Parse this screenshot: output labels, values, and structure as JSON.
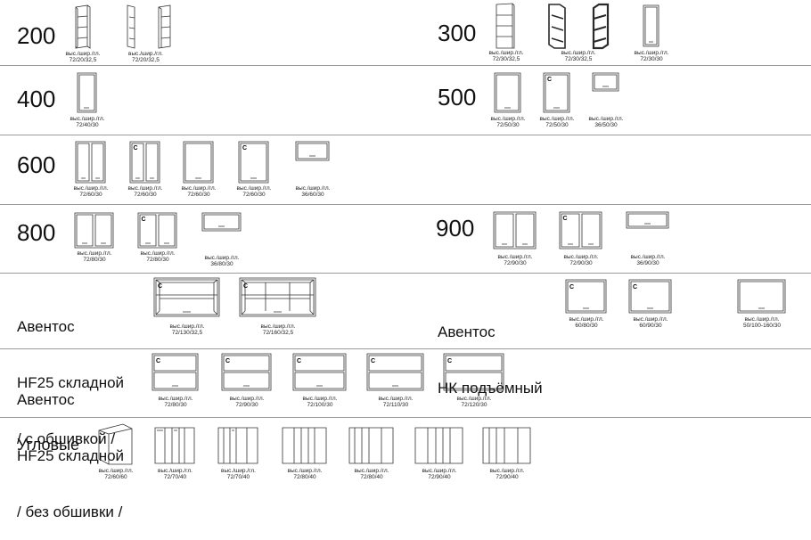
{
  "rows": {
    "r200": {
      "label": "200",
      "items": [
        {
          "l1": "выс./шир./гл.",
          "l2": "72/20/32,5"
        },
        {
          "l1": "выс./шир./гл.",
          "l2": "72/20/32,5"
        }
      ]
    },
    "r300": {
      "label": "300",
      "items": [
        {
          "l1": "выс./шир./гл.",
          "l2": "72/30/32,5"
        },
        {
          "l1": "выс./шир./гл.",
          "l2": "72/30/32,5"
        },
        {
          "l1": "выс./шир./гл.",
          "l2": "72/30/30"
        }
      ]
    },
    "r400": {
      "label": "400",
      "items": [
        {
          "l1": "выс./шир./гл.",
          "l2": "72/40/30"
        }
      ]
    },
    "r500": {
      "label": "500",
      "items": [
        {
          "l1": "выс./шир./гл.",
          "l2": "72/50/30"
        },
        {
          "l1": "выс./шир./гл.",
          "l2": "72/50/30"
        },
        {
          "l1": "выс./шир./гл.",
          "l2": "36/50/30"
        }
      ]
    },
    "r600": {
      "label": "600",
      "items": [
        {
          "l1": "выс./шир./гл.",
          "l2": "72/60/30"
        },
        {
          "l1": "выс./шир./гл.",
          "l2": "72/60/30"
        },
        {
          "l1": "выс./шир./гл.",
          "l2": "72/60/30"
        },
        {
          "l1": "выс./шир./гл.",
          "l2": "72/60/30"
        },
        {
          "l1": "выс./шир./гл.",
          "l2": "36/60/30"
        }
      ]
    },
    "r800": {
      "label": "800",
      "items": [
        {
          "l1": "выс./шир./гл.",
          "l2": "72/80/30"
        },
        {
          "l1": "выс./шир./гл.",
          "l2": "72/80/30"
        },
        {
          "l1": "выс./шир./гл.",
          "l2": "36/80/30"
        }
      ]
    },
    "r900": {
      "label": "900",
      "items": [
        {
          "l1": "выс./шир./гл.",
          "l2": "72/90/30"
        },
        {
          "l1": "выс./шир./гл.",
          "l2": "72/90/30"
        },
        {
          "l1": "выс./шир./гл.",
          "l2": "36/90/30"
        }
      ]
    },
    "aventos_hf_clad": {
      "title": [
        "Авентос",
        "HF25 складной",
        "/ с обшивкой /"
      ],
      "items": [
        {
          "l1": "выс./шир./гл.",
          "l2": "72/130/32,5"
        },
        {
          "l1": "выс./шир./гл.",
          "l2": "72/160/32,5"
        }
      ]
    },
    "aventos_hk": {
      "title": [
        "Авентос",
        "НК подъёмный"
      ],
      "items": [
        {
          "l1": "выс./шир./гл.",
          "l2": "60/80/30"
        },
        {
          "l1": "выс./шир./гл.",
          "l2": "60/90/30"
        },
        {
          "l1": "выс./шир./гл.",
          "l2": "50/100-160/30"
        }
      ]
    },
    "aventos_hf_plain": {
      "title": [
        "Авентос",
        "HF25 складной",
        "/ без обшивки /"
      ],
      "items": [
        {
          "l1": "выс./шир./гл.",
          "l2": "72/80/30"
        },
        {
          "l1": "выс./шир./гл.",
          "l2": "72/90/30"
        },
        {
          "l1": "выс./шир./гл.",
          "l2": "72/100/30"
        },
        {
          "l1": "выс./шир./гл.",
          "l2": "72/110/30"
        },
        {
          "l1": "выс./шир./гл.",
          "l2": "72/120/30"
        }
      ]
    },
    "corner": {
      "label": "Угловые",
      "items": [
        {
          "l1": "выс./шир./гл.",
          "l2": "72/60/60"
        },
        {
          "l1": "выс./шир./гл.",
          "l2": "72/70/40"
        },
        {
          "l1": "выс./шир./гл.",
          "l2": "72/70/40"
        },
        {
          "l1": "выс./шир./гл.",
          "l2": "72/80/40"
        },
        {
          "l1": "выс./шир./гл.",
          "l2": "72/80/40"
        },
        {
          "l1": "выс./шир./гл.",
          "l2": "72/90/40"
        },
        {
          "l1": "выс./шир./гл.",
          "l2": "72/90/40"
        }
      ]
    }
  },
  "door_mark": "C",
  "colors": {
    "line": "#333333",
    "separator": "#9a9a9a",
    "dark_frame": "#2a2a2a"
  }
}
